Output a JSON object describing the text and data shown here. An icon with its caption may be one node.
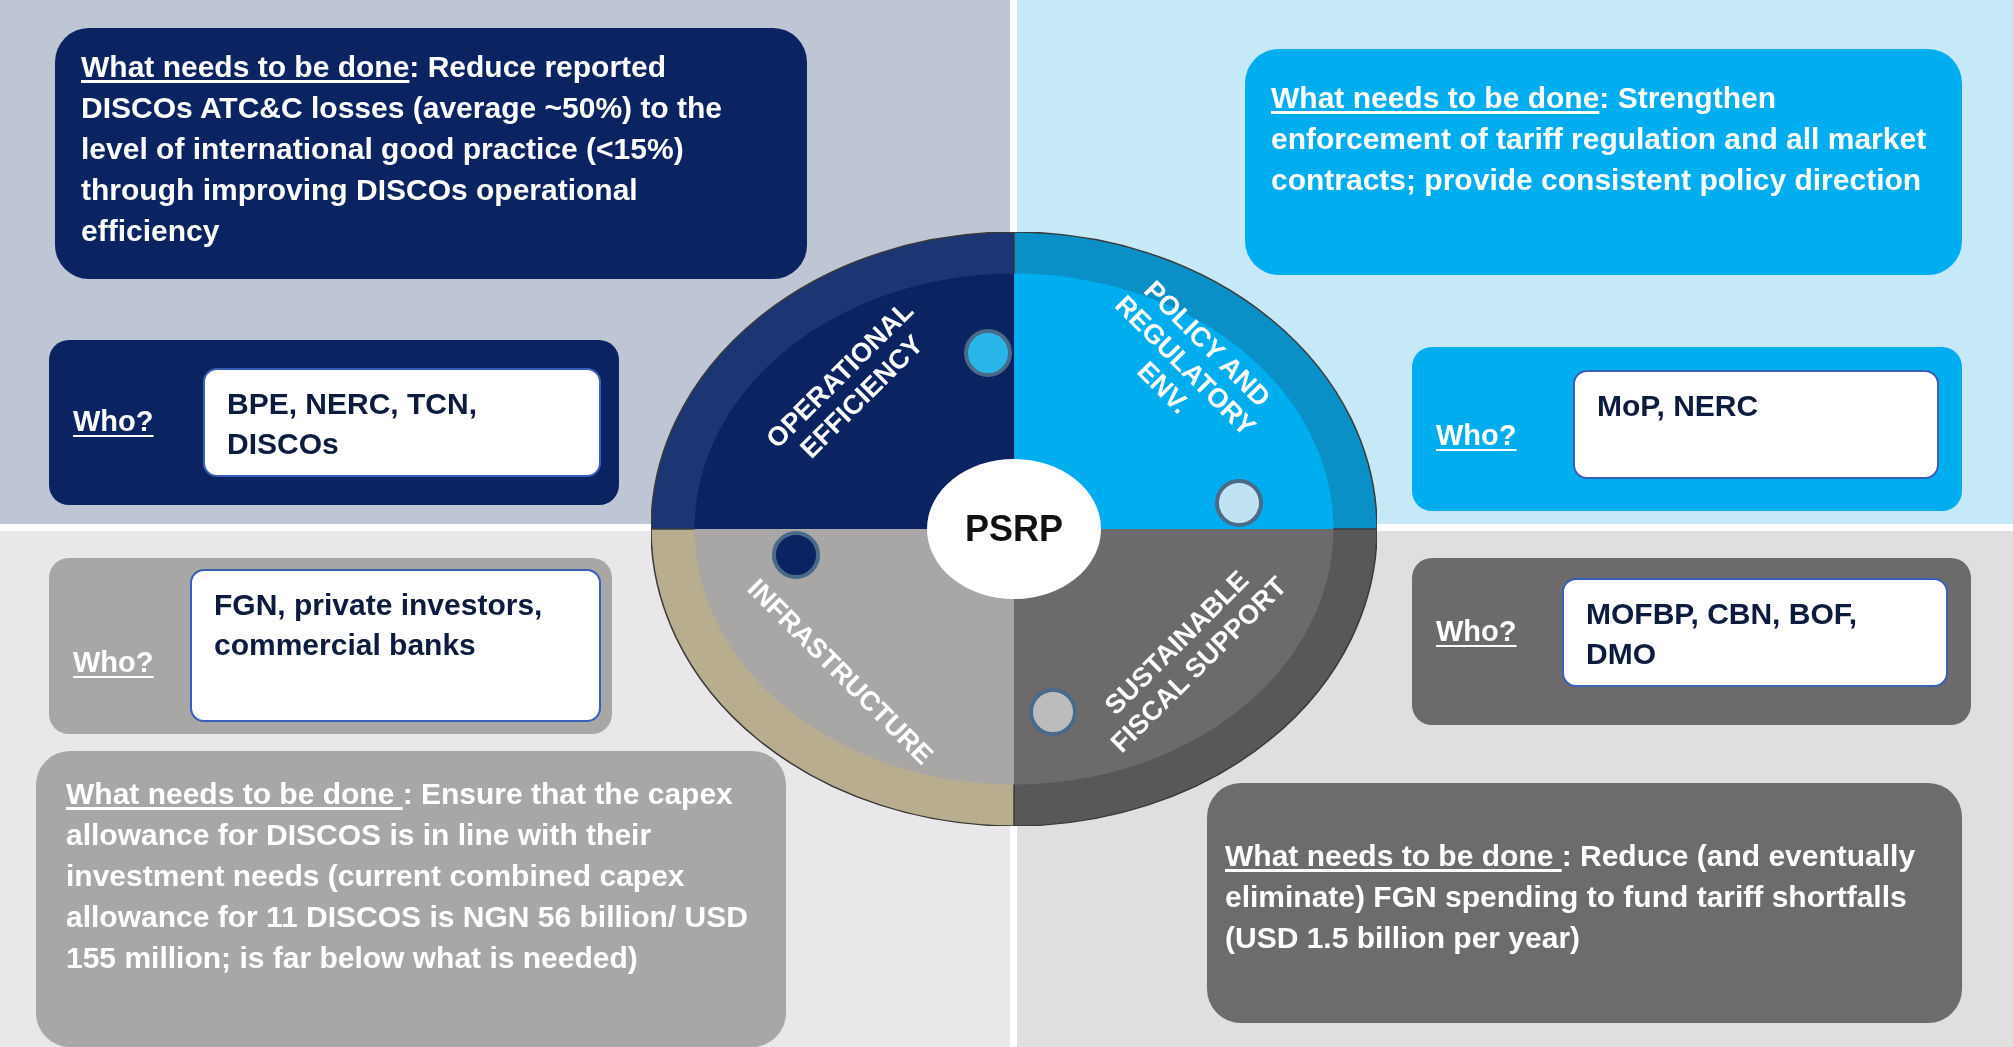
{
  "diagram": {
    "nodes": [
      {
        "text": [
          "What needs to be done",
          ": Reduce reported DISCOs ATC&C losses (average ~50%) to the level of international good practice (<15%) through improving DISCOs operational efficiency"
        ]
      },
      {
        "text": [
          "Who?"
        ]
      },
      {
        "text": [
          "BPE, NERC, TCN, DISCOs"
        ],
        "in": 1
      },
      {
        "text": [
          "What needs to be done",
          ":  Strengthen enforcement of tariff regulation and all market contracts; provide consistent policy direction"
        ]
      },
      {
        "text": [
          "Who?"
        ]
      },
      {
        "text": [
          "MoP, NERC"
        ],
        "in": 4
      },
      {
        "text": [
          "OPERATIONAL EFFICIENCY"
        ]
      },
      {
        "text": [
          "POLICY AND REGULATORY ENV."
        ]
      },
      {
        "text": [
          "PSRP"
        ]
      },
      {
        "text": [
          "INFRASTRUCTURE"
        ]
      },
      {
        "text": [
          "SUSTAINABLE FISCAL SUPPORT"
        ]
      },
      {
        "text": [
          "Who?"
        ]
      },
      {
        "text": [
          "FGN, private investors, commercial banks"
        ],
        "in": 11
      },
      {
        "text": [
          "Who?"
        ]
      },
      {
        "text": [
          "MOFBP, CBN, BOF, DMO"
        ],
        "in": 13
      },
      {
        "text": [
          "What needs to be done ",
          ": Ensure that the capex allowance for DISCOS is in line with their investment needs (current combined capex allowance for 11 DISCOS is NGN 56 billion/ USD 155 million; is far below what is needed)"
        ]
      },
      {
        "text": [
          "What needs to be done ",
          ": Reduce (and eventually eliminate)  FGN spending to fund tariff shortfalls (USD 1.5 billion per year)"
        ]
      }
    ]
  }
}
